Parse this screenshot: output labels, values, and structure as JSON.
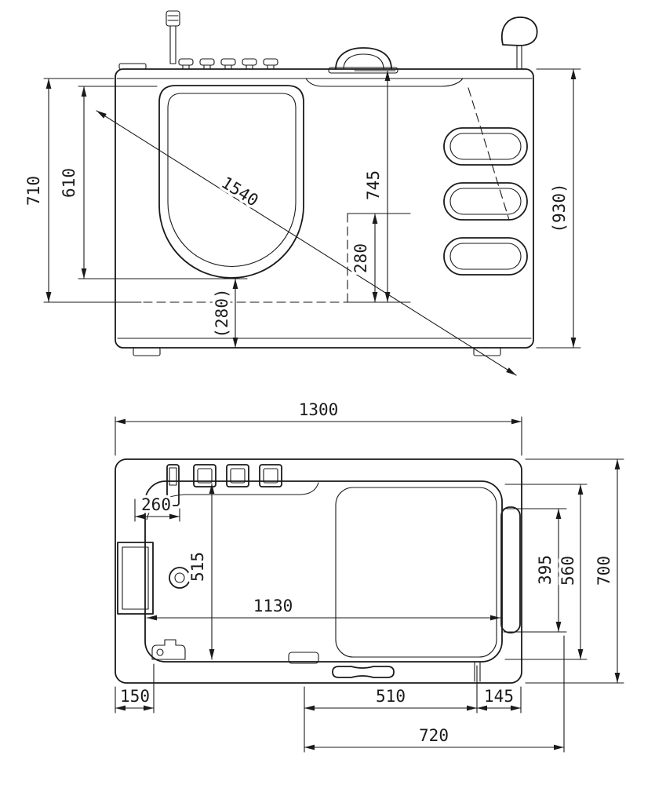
{
  "colors": {
    "ink": "#1a1a1a",
    "background": "#ffffff"
  },
  "drawing": {
    "side_view": {
      "dims": {
        "overall_height": "710",
        "door_opening_height": "610",
        "diagonal": "1540",
        "deck_height": "745",
        "seat_height": "280",
        "skirt_height": "(280)",
        "total_height": "(930)"
      }
    },
    "plan_view": {
      "dims": {
        "overall_length": "1300",
        "controls_offset": "260",
        "inner_width": "515",
        "inner_length": "1130",
        "backrest_width": "395",
        "seat_depth": "560",
        "overall_width": "700",
        "left_offset": "150",
        "door_opening": "510",
        "right_offset": "145",
        "opening_span": "720"
      }
    }
  }
}
